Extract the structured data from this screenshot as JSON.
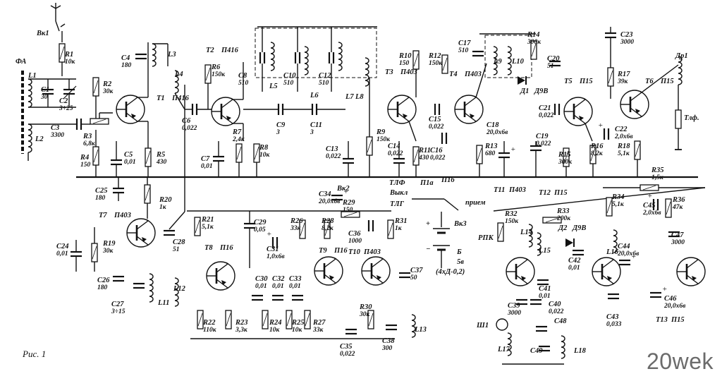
{
  "caption": "Рис. 1",
  "watermark": "20wek",
  "diagram": {
    "resistors": [
      {
        "ref": "R1",
        "value": "10к"
      },
      {
        "ref": "R2",
        "value": "30к"
      },
      {
        "ref": "R3",
        "value": "6,8к"
      },
      {
        "ref": "R4",
        "value": "150"
      },
      {
        "ref": "R5",
        "value": "430"
      },
      {
        "ref": "R6",
        "value": "150к"
      },
      {
        "ref": "R7",
        "value": "2,4к"
      },
      {
        "ref": "R8",
        "value": "10к"
      },
      {
        "ref": "R9",
        "value": "150к"
      },
      {
        "ref": "R10",
        "value": "150"
      },
      {
        "ref": "R11",
        "value": "430"
      },
      {
        "ref": "R12",
        "value": "150к"
      },
      {
        "ref": "R13",
        "value": "680"
      },
      {
        "ref": "R14",
        "value": "300к"
      },
      {
        "ref": "R15",
        "value": "300к"
      },
      {
        "ref": "R16",
        "value": "8,2к"
      },
      {
        "ref": "R17",
        "value": "39к"
      },
      {
        "ref": "R18",
        "value": "5,1к"
      },
      {
        "ref": "R19",
        "value": "30к"
      },
      {
        "ref": "R20",
        "value": "1к"
      },
      {
        "ref": "R21",
        "value": "5,1к"
      },
      {
        "ref": "R22",
        "value": "110к"
      },
      {
        "ref": "R23",
        "value": "3,3к"
      },
      {
        "ref": "R24",
        "value": "10к"
      },
      {
        "ref": "R25",
        "value": "10к"
      },
      {
        "ref": "R26",
        "value": "33к"
      },
      {
        "ref": "R27",
        "value": "33к"
      },
      {
        "ref": "R28",
        "value": "8,2к"
      },
      {
        "ref": "R29",
        "value": "150"
      },
      {
        "ref": "R30",
        "value": "30к"
      },
      {
        "ref": "R31",
        "value": "1к"
      },
      {
        "ref": "R32",
        "value": "150к"
      },
      {
        "ref": "R33",
        "value": "200к"
      },
      {
        "ref": "R34",
        "value": "5,1к"
      },
      {
        "ref": "R35",
        "value": "1,5к"
      },
      {
        "ref": "R36",
        "value": "47к"
      }
    ],
    "capacitors": [
      {
        "ref": "C1",
        "value": "30"
      },
      {
        "ref": "C2",
        "value": "3÷25"
      },
      {
        "ref": "C3",
        "value": "3300"
      },
      {
        "ref": "C4",
        "value": "180"
      },
      {
        "ref": "C5",
        "value": "0,01"
      },
      {
        "ref": "C6",
        "value": "0,022"
      },
      {
        "ref": "C7",
        "value": "0,01"
      },
      {
        "ref": "C8",
        "value": "510"
      },
      {
        "ref": "C9",
        "value": "3"
      },
      {
        "ref": "C10",
        "value": "510"
      },
      {
        "ref": "C11",
        "value": "3"
      },
      {
        "ref": "C12",
        "value": "510"
      },
      {
        "ref": "C13",
        "value": "0,022"
      },
      {
        "ref": "C14",
        "value": "0,022"
      },
      {
        "ref": "C15",
        "value": "0,022"
      },
      {
        "ref": "C16",
        "value": "0,022"
      },
      {
        "ref": "C17",
        "value": "510"
      },
      {
        "ref": "C18",
        "value": "20,0х6в"
      },
      {
        "ref": "C19",
        "value": "0,022"
      },
      {
        "ref": "C20",
        "value": "51"
      },
      {
        "ref": "C21",
        "value": "0,022"
      },
      {
        "ref": "C22",
        "value": "2,0х6в"
      },
      {
        "ref": "C23",
        "value": "3000"
      },
      {
        "ref": "C24",
        "value": "0,01"
      },
      {
        "ref": "C25",
        "value": "180"
      },
      {
        "ref": "C26",
        "value": "180"
      },
      {
        "ref": "C27",
        "value": "3÷15"
      },
      {
        "ref": "C28",
        "value": "51"
      },
      {
        "ref": "C29",
        "value": "0,05"
      },
      {
        "ref": "C30",
        "value": "0,01"
      },
      {
        "ref": "C31",
        "value": "1,0х6в"
      },
      {
        "ref": "C32",
        "value": "0,01"
      },
      {
        "ref": "C33",
        "value": "0,01"
      },
      {
        "ref": "C34",
        "value": "20,0х6в"
      },
      {
        "ref": "C35",
        "value": "0,022"
      },
      {
        "ref": "C36",
        "value": "1000"
      },
      {
        "ref": "C37",
        "value": "50"
      },
      {
        "ref": "C38",
        "value": "300"
      },
      {
        "ref": "C39",
        "value": "3000"
      },
      {
        "ref": "C40",
        "value": "0,022"
      },
      {
        "ref": "C41",
        "value": "0,01"
      },
      {
        "ref": "C42",
        "value": "0,01"
      },
      {
        "ref": "C43",
        "value": "0,033"
      },
      {
        "ref": "C44",
        "value": "20,0х6в"
      },
      {
        "ref": "C45",
        "value": "2,0х6в"
      },
      {
        "ref": "C46",
        "value": "20,0х6в"
      },
      {
        "ref": "C47",
        "value": "3000"
      },
      {
        "ref": "C48",
        "value": ""
      },
      {
        "ref": "C49",
        "value": ""
      }
    ],
    "transistors": [
      {
        "ref": "T1",
        "type": "П416"
      },
      {
        "ref": "T2",
        "type": "П416"
      },
      {
        "ref": "T3",
        "type": "П403"
      },
      {
        "ref": "T4",
        "type": "П403"
      },
      {
        "ref": "T5",
        "type": "П15"
      },
      {
        "ref": "T6",
        "type": "П15"
      },
      {
        "ref": "T7",
        "type": "П403"
      },
      {
        "ref": "T8",
        "type": "П16"
      },
      {
        "ref": "T9",
        "type": "П16"
      },
      {
        "ref": "T10",
        "type": "П403"
      },
      {
        "ref": "T11",
        "type": "П403"
      },
      {
        "ref": "T12",
        "type": "П15"
      },
      {
        "ref": "T13",
        "type": "П15"
      }
    ],
    "diodes": [
      {
        "ref": "Д1",
        "type": "Д9В"
      },
      {
        "ref": "Д2",
        "type": "Д9В"
      }
    ],
    "inductors": [
      "L1",
      "L2",
      "L3",
      "L4",
      "L5",
      "L6",
      "L7",
      "L8",
      "L9",
      "L10",
      "L11",
      "L12",
      "L13",
      "L14",
      "L15",
      "L16",
      "L17",
      "L18"
    ],
    "other_labels": {
      "antenna_switch": "Вк1",
      "magnetic_antenna": "ФА",
      "choke": "Др1",
      "phones": "Тлф.",
      "switch_2": "Вк2",
      "switch_3": "Вк3",
      "switch_1a": "П1а",
      "switch_1b": "П1б",
      "pos_tlf": "ТЛФ",
      "pos_off": "Выкл",
      "pos_tlg": "ТЛГ",
      "pos_rx": "прием",
      "pos_rpk": "РПК",
      "battery": "Б",
      "battery_voltage": "5в",
      "battery_cells": "(4хД-0,2)",
      "plug": "Ш1",
      "plus_sign": "+",
      "minus_sign": "−"
    }
  }
}
